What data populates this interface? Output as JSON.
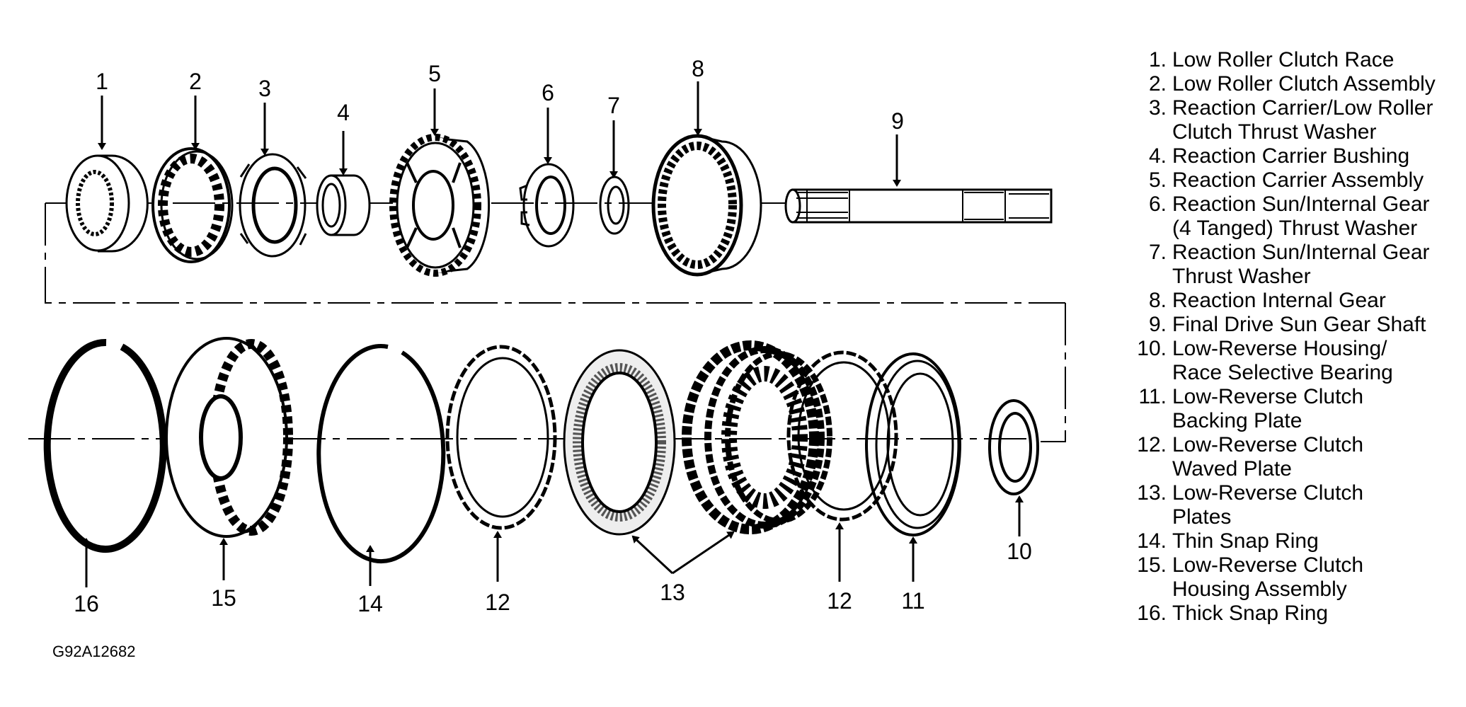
{
  "figure_id": "G92A12682",
  "callouts": {
    "c1": "1",
    "c2": "2",
    "c3": "3",
    "c4": "4",
    "c5": "5",
    "c6": "6",
    "c7": "7",
    "c8": "8",
    "c9": "9",
    "c10": "10",
    "c11": "11",
    "c12a": "12",
    "c12b": "12",
    "c13": "13",
    "c14": "14",
    "c15": "15",
    "c16": "16"
  },
  "legend": [
    {
      "num": "1.",
      "lines": [
        "Low Roller Clutch Race"
      ]
    },
    {
      "num": "2.",
      "lines": [
        "Low Roller Clutch Assembly"
      ]
    },
    {
      "num": "3.",
      "lines": [
        "Reaction Carrier/Low Roller",
        "Clutch Thrust Washer"
      ]
    },
    {
      "num": "4.",
      "lines": [
        "Reaction Carrier Bushing"
      ]
    },
    {
      "num": "5.",
      "lines": [
        "Reaction Carrier Assembly"
      ]
    },
    {
      "num": "6.",
      "lines": [
        "Reaction Sun/Internal Gear",
        "(4 Tanged) Thrust Washer"
      ]
    },
    {
      "num": "7.",
      "lines": [
        "Reaction Sun/Internal Gear",
        "Thrust Washer"
      ]
    },
    {
      "num": "8.",
      "lines": [
        "Reaction Internal Gear"
      ]
    },
    {
      "num": "9.",
      "lines": [
        "Final Drive Sun Gear Shaft"
      ]
    },
    {
      "num": "10.",
      "lines": [
        "Low-Reverse Housing/",
        "Race Selective Bearing"
      ]
    },
    {
      "num": "11.",
      "lines": [
        "Low-Reverse Clutch",
        "Backing Plate"
      ]
    },
    {
      "num": "12.",
      "lines": [
        "Low-Reverse Clutch",
        "Waved Plate"
      ]
    },
    {
      "num": "13.",
      "lines": [
        "Low-Reverse Clutch",
        "Plates"
      ]
    },
    {
      "num": "14.",
      "lines": [
        "Thin Snap Ring"
      ]
    },
    {
      "num": "15.",
      "lines": [
        "Low-Reverse Clutch",
        "Housing Assembly"
      ]
    },
    {
      "num": "16.",
      "lines": [
        "Thick Snap Ring"
      ]
    }
  ]
}
